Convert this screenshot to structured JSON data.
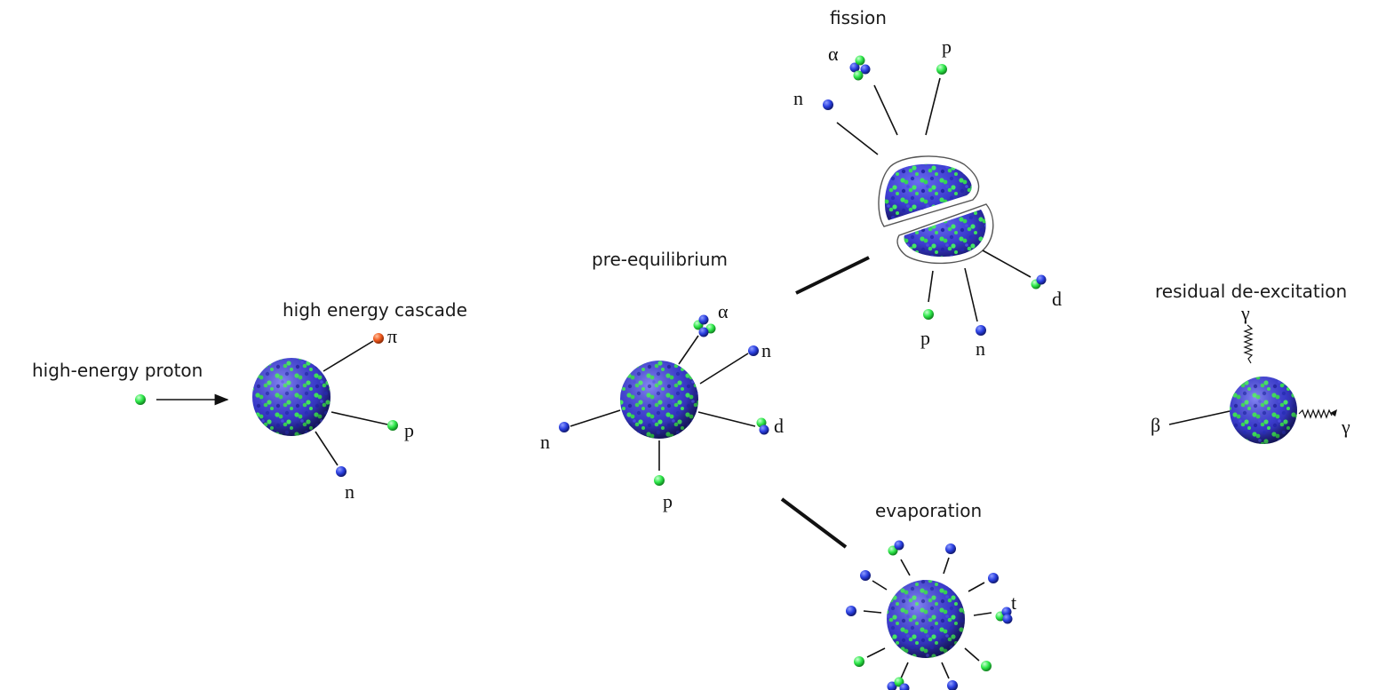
{
  "stages": {
    "incoming": "high-energy proton",
    "cascade": "high energy cascade",
    "preequilibrium": "pre-equilibrium",
    "fission": "fission",
    "evaporation": "evaporation",
    "deexcitation": "residual de-excitation"
  },
  "particles": {
    "pi": "π",
    "p": "p",
    "n": "n",
    "d": "d",
    "alpha": "α",
    "t": "t",
    "gamma": "γ",
    "beta": "β"
  },
  "colors": {
    "proton": "#2ee84a",
    "neutron": "#2a3fe0",
    "pion": "#f05a1e",
    "nucleus_base": "#3b3ccf",
    "line": "#111111"
  }
}
